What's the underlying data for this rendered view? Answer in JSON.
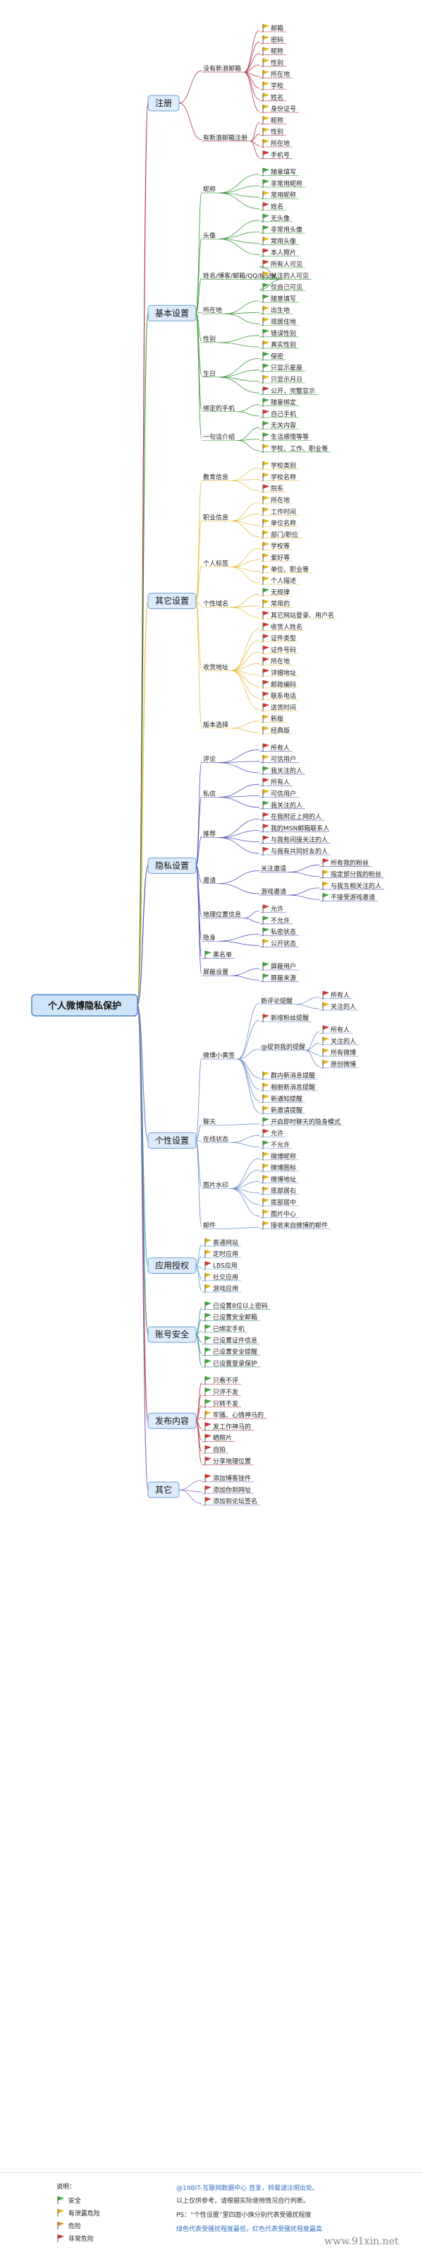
{
  "root": "个人微博隐私保护",
  "colors": {
    "safe": "#3aa935",
    "medium": "#e8b20e",
    "danger": "#d7322a"
  },
  "branches": [
    {
      "label": "注册",
      "color": "#b53a4f",
      "children": [
        {
          "label": "没有新浪邮箱",
          "children": [
            {
              "label": "邮箱",
              "f": "m"
            },
            {
              "label": "密码",
              "f": "m"
            },
            {
              "label": "昵称",
              "f": "m"
            },
            {
              "label": "性别",
              "f": "m"
            },
            {
              "label": "所在地",
              "f": "m"
            },
            {
              "label": "学校",
              "f": "m"
            },
            {
              "label": "姓名",
              "f": "m"
            },
            {
              "label": "身份证号",
              "f": "m"
            }
          ]
        },
        {
          "label": "有新浪邮箱注册",
          "children": [
            {
              "label": "昵称",
              "f": "m"
            },
            {
              "label": "性别",
              "f": "m"
            },
            {
              "label": "所在地",
              "f": "m"
            },
            {
              "label": "手机号",
              "f": "d"
            }
          ]
        }
      ]
    },
    {
      "label": "基本设置",
      "color": "#3f9a3a",
      "children": [
        {
          "label": "昵称",
          "children": [
            {
              "label": "随意填写",
              "f": "s"
            },
            {
              "label": "非常用昵称",
              "f": "s"
            },
            {
              "label": "常用昵称",
              "f": "m"
            },
            {
              "label": "姓名",
              "f": "d"
            }
          ]
        },
        {
          "label": "头像",
          "children": [
            {
              "label": "无头像",
              "f": "s"
            },
            {
              "label": "非常用头像",
              "f": "s"
            },
            {
              "label": "常用头像",
              "f": "m"
            },
            {
              "label": "本人照片",
              "f": "d"
            }
          ]
        },
        {
          "label": "姓名/博客/邮箱/QQ/MSN/",
          "children": [
            {
              "label": "所有人可见",
              "f": "d"
            },
            {
              "label": "关注的人可见",
              "f": "m"
            },
            {
              "label": "仅自己可见",
              "f": "s"
            }
          ]
        },
        {
          "label": "所在地",
          "children": [
            {
              "label": "随意填写",
              "f": "s"
            },
            {
              "label": "出生地",
              "f": "m"
            },
            {
              "label": "现居住地",
              "f": "m"
            }
          ]
        },
        {
          "label": "性别",
          "children": [
            {
              "label": "错误性别",
              "f": "s"
            },
            {
              "label": "真实性别",
              "f": "m"
            }
          ]
        },
        {
          "label": "生日",
          "children": [
            {
              "label": "保密",
              "f": "s"
            },
            {
              "label": "只显示星座",
              "f": "s"
            },
            {
              "label": "只显示月日",
              "f": "m"
            },
            {
              "label": "公开，完整显示",
              "f": "d"
            }
          ]
        },
        {
          "label": "绑定的手机",
          "children": [
            {
              "label": "随意绑定",
              "f": "s"
            },
            {
              "label": "自己手机",
              "f": "d"
            }
          ]
        },
        {
          "label": "一句话介绍",
          "children": [
            {
              "label": "无关内容",
              "f": "s"
            },
            {
              "label": "生活感悟等等",
              "f": "s"
            },
            {
              "label": "学校、工作、职业等",
              "f": "m"
            }
          ]
        }
      ]
    },
    {
      "label": "其它设置",
      "color": "#e6c24a",
      "children": [
        {
          "label": "教育信息",
          "children": [
            {
              "label": "学校类别",
              "f": "m"
            },
            {
              "label": "学校名称",
              "f": "m"
            },
            {
              "label": "院系",
              "f": "d"
            }
          ]
        },
        {
          "label": "职业信息",
          "children": [
            {
              "label": "所在地",
              "f": "m"
            },
            {
              "label": "工作时间",
              "f": "m"
            },
            {
              "label": "单位名称",
              "f": "m"
            },
            {
              "label": "部门/职位",
              "f": "m"
            }
          ]
        },
        {
          "label": "个人标签",
          "children": [
            {
              "label": "学校等",
              "f": "m"
            },
            {
              "label": "爱好等",
              "f": "m"
            },
            {
              "label": "单位、职业等",
              "f": "m"
            },
            {
              "label": "个人描述",
              "f": "m"
            }
          ]
        },
        {
          "label": "个性域名",
          "children": [
            {
              "label": "无规律",
              "f": "s"
            },
            {
              "label": "常用的",
              "f": "m"
            },
            {
              "label": "其它网站登录、用户名",
              "f": "d"
            }
          ]
        },
        {
          "label": "收货地址",
          "children": [
            {
              "label": "收货人姓名",
              "f": "d"
            },
            {
              "label": "证件类型",
              "f": "d"
            },
            {
              "label": "证件号码",
              "f": "d"
            },
            {
              "label": "所在地",
              "f": "d"
            },
            {
              "label": "详细地址",
              "f": "d"
            },
            {
              "label": "邮政编码",
              "f": "d"
            },
            {
              "label": "联系电话",
              "f": "d"
            },
            {
              "label": "送货时间",
              "f": "d"
            }
          ]
        },
        {
          "label": "版本选择",
          "children": [
            {
              "label": "新版",
              "f": "m"
            },
            {
              "label": "经典版",
              "f": "m"
            }
          ]
        }
      ]
    },
    {
      "label": "隐私设置",
      "color": "#5358b8",
      "children": [
        {
          "label": "评论",
          "children": [
            {
              "label": "所有人",
              "f": "d"
            },
            {
              "label": "可信用户",
              "f": "m"
            },
            {
              "label": "我关注的人",
              "f": "s"
            }
          ]
        },
        {
          "label": "私信",
          "children": [
            {
              "label": "所有人",
              "f": "d"
            },
            {
              "label": "可信用户",
              "f": "m"
            },
            {
              "label": "我关注的人",
              "f": "s"
            }
          ]
        },
        {
          "label": "推荐",
          "children": [
            {
              "label": "在我附近上网的人",
              "f": "d"
            },
            {
              "label": "我的MSN邮箱联系人",
              "f": "d"
            },
            {
              "label": "与我有间接关注的人",
              "f": "d"
            },
            {
              "label": "与我有共同好友的人",
              "f": "d"
            }
          ]
        },
        {
          "label": "邀请",
          "children": [
            {
              "label": "关注邀请",
              "children": [
                {
                  "label": "所有我的粉丝",
                  "f": "d"
                },
                {
                  "label": "指定部分我的粉丝",
                  "f": "m"
                }
              ]
            },
            {
              "label": "游戏邀请",
              "children": [
                {
                  "label": "与我互相关注的人",
                  "f": "m"
                },
                {
                  "label": "不接受游戏邀请",
                  "f": "s"
                }
              ]
            }
          ]
        },
        {
          "label": "地理位置信息",
          "children": [
            {
              "label": "允许",
              "f": "d"
            },
            {
              "label": "不允许",
              "f": "s"
            }
          ]
        },
        {
          "label": "隐身",
          "children": [
            {
              "label": "私密状态",
              "f": "s"
            },
            {
              "label": "公开状态",
              "f": "m"
            }
          ]
        },
        {
          "label": "黑名单",
          "f": "s"
        },
        {
          "label": "屏蔽设置",
          "children": [
            {
              "label": "屏蔽用户",
              "f": "s"
            },
            {
              "label": "屏蔽来源",
              "f": "s"
            }
          ]
        }
      ]
    },
    {
      "label": "个性设置",
      "color": "#6d8fc6",
      "children": [
        {
          "label": "微博小黄签",
          "children": [
            {
              "label": "新评论提醒",
              "children": [
                {
                  "label": "所有人",
                  "f": "d"
                },
                {
                  "label": "关注的人",
                  "f": "m"
                }
              ]
            },
            {
              "label": "新增粉丝提醒",
              "f": "d"
            },
            {
              "label": "@提到我的提醒",
              "children": [
                {
                  "label": "所有人",
                  "f": "d"
                },
                {
                  "label": "关注的人",
                  "f": "m"
                },
                {
                  "label": "所有微博",
                  "f": "m"
                },
                {
                  "label": "原创微博",
                  "f": "m"
                }
              ]
            },
            {
              "label": "群内新消息提醒",
              "f": "m"
            },
            {
              "label": "相册新消息提醒",
              "f": "m"
            },
            {
              "label": "新通知提醒",
              "f": "m"
            },
            {
              "label": "新邀请提醒",
              "f": "m"
            }
          ]
        },
        {
          "label": "聊天",
          "children": [
            {
              "label": "开启即时聊天的隐身模式",
              "f": "s"
            }
          ]
        },
        {
          "label": "在线状态",
          "children": [
            {
              "label": "允许",
              "f": "d"
            },
            {
              "label": "不允许",
              "f": "s"
            }
          ]
        },
        {
          "label": "图片水印",
          "children": [
            {
              "label": "微博昵称",
              "f": "m"
            },
            {
              "label": "微博图标",
              "f": "m"
            },
            {
              "label": "微博地址",
              "f": "m"
            },
            {
              "label": "底部居右",
              "f": "m"
            },
            {
              "label": "底部居中",
              "f": "m"
            },
            {
              "label": "图片中心",
              "f": "m"
            }
          ]
        },
        {
          "label": "邮件",
          "children": [
            {
              "label": "接收来自微博的邮件",
              "f": "m"
            }
          ]
        }
      ]
    },
    {
      "label": "应用授权",
      "color": "#5aa7d6",
      "children": [
        {
          "label": "普通网站",
          "f": "m"
        },
        {
          "label": "定时应用",
          "f": "m"
        },
        {
          "label": "LBS应用",
          "f": "d"
        },
        {
          "label": "社交应用",
          "f": "m"
        },
        {
          "label": "游戏应用",
          "f": "m"
        }
      ]
    },
    {
      "label": "账号安全",
      "color": "#3a8f8c",
      "children": [
        {
          "label": "已设置8位以上密码",
          "f": "s"
        },
        {
          "label": "已设置安全邮箱",
          "f": "s"
        },
        {
          "label": "已绑定手机",
          "f": "s"
        },
        {
          "label": "已设置证件信息",
          "f": "s"
        },
        {
          "label": "已设置安全提醒",
          "f": "s"
        },
        {
          "label": "已设置登录保护",
          "f": "s"
        }
      ]
    },
    {
      "label": "发布内容",
      "color": "#b5454b",
      "children": [
        {
          "label": "只看不评",
          "f": "s"
        },
        {
          "label": "只评不发",
          "f": "s"
        },
        {
          "label": "只转不发",
          "f": "s"
        },
        {
          "label": "牢骚、心情神马的",
          "f": "m"
        },
        {
          "label": "发工作神马的",
          "f": "d"
        },
        {
          "label": "晒照片",
          "f": "d"
        },
        {
          "label": "自拍",
          "f": "d"
        },
        {
          "label": "分享地理位置",
          "f": "d"
        }
      ]
    },
    {
      "label": "其它",
      "color": "#8e6bb8",
      "children": [
        {
          "label": "添加博客挂件",
          "f": "d"
        },
        {
          "label": "添加你到网址",
          "f": "d"
        },
        {
          "label": "添加到论坛签名",
          "f": "d"
        }
      ]
    }
  ],
  "legend": {
    "title": "说明：",
    "items": [
      {
        "flag": "s",
        "label": "安全"
      },
      {
        "flag": "m",
        "label": "有泄露危险"
      },
      {
        "flag": "m",
        "label": "危险"
      },
      {
        "flag": "d",
        "label": "非常危险"
      }
    ]
  },
  "notes": {
    "line1": "@19BIT-互联网数据中心 首发，转载请注明出处。",
    "line2": "以上仅供参考，请根据实际使用情况自行判断。",
    "line3": "PS：“个性设置”里四面小旗分别代表受骚扰程度",
    "line4": "绿色代表受骚扰程度最低，红色代表受骚扰程度最高"
  },
  "watermark": "www.91xin.net"
}
